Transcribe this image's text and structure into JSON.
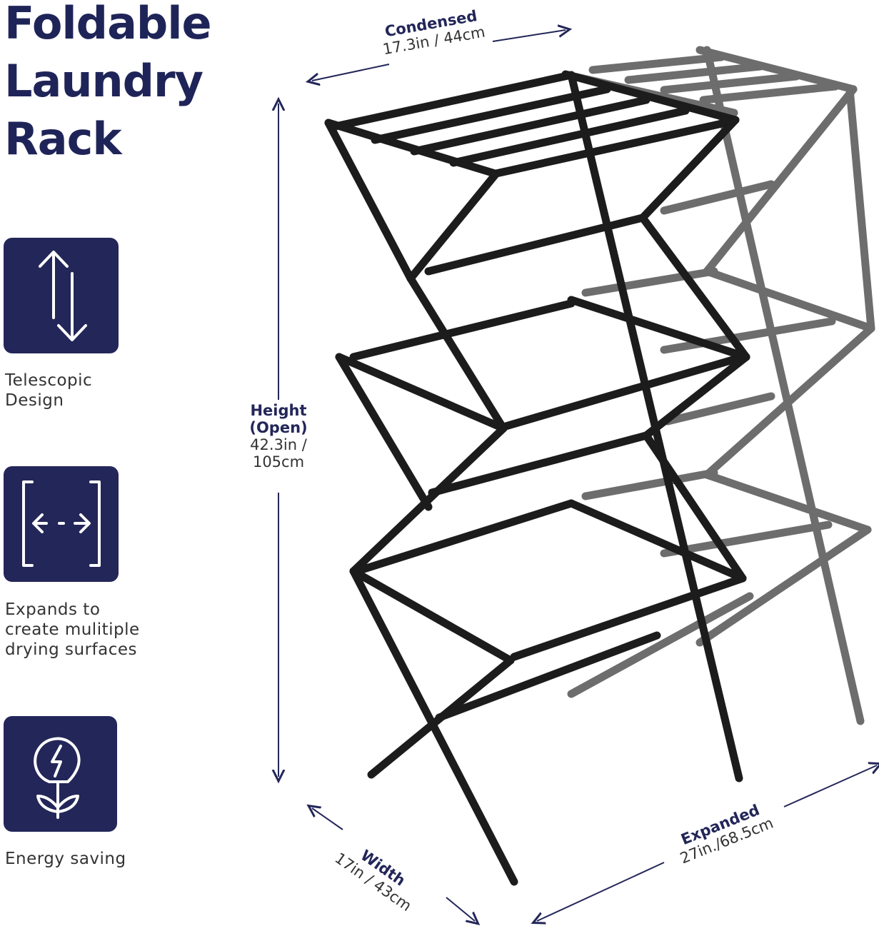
{
  "title": {
    "line1": "Foldable",
    "line2": "Laundry",
    "line3": "Rack"
  },
  "features": [
    {
      "icon": "telescopic-arrows-icon",
      "label_line1": "Telescopic",
      "label_line2": "Design",
      "label_line3": ""
    },
    {
      "icon": "expand-arrows-icon",
      "label_line1": "Expands to",
      "label_line2": "create mulitiple",
      "label_line3": "drying surfaces"
    },
    {
      "icon": "energy-bulb-icon",
      "label_line1": "Energy saving",
      "label_line2": "",
      "label_line3": ""
    }
  ],
  "dimensions": {
    "condensed": {
      "heading": "Condensed",
      "value": "17.3in / 44cm"
    },
    "height": {
      "heading_line1": "Height",
      "heading_line2": "(Open)",
      "value_line1": "42.3in /",
      "value_line2": "105cm"
    },
    "width": {
      "heading": "Width",
      "value": "17in / 43cm"
    },
    "expanded": {
      "heading": "Expanded",
      "value": "27in./68.5cm"
    }
  },
  "colors": {
    "brand_navy": "#232658",
    "rack_black": "#1c1c1c",
    "rack_gray": "#6d6d6d"
  }
}
